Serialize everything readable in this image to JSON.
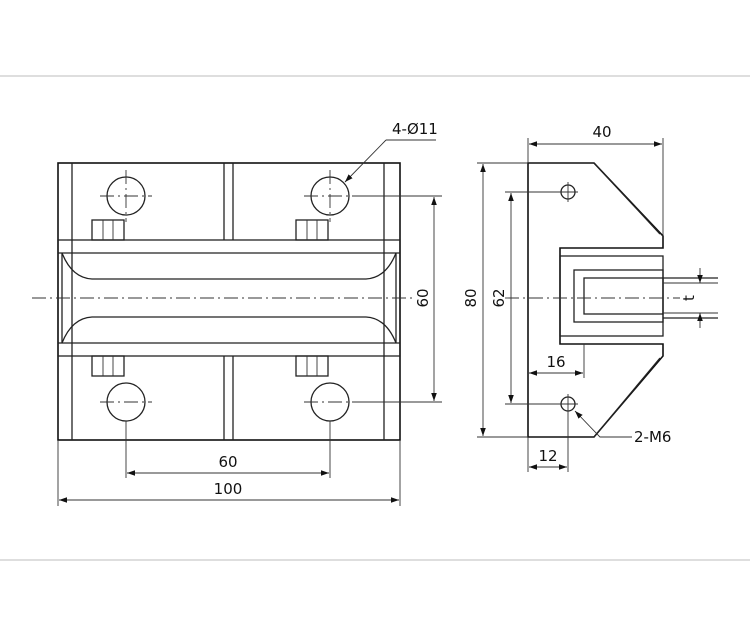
{
  "front_view": {
    "holes_callout": "4-Ø11",
    "dim_hole_spacing_h": "60",
    "dim_width": "100",
    "dim_hole_spacing_v": "60"
  },
  "side_view": {
    "dim_depth": "40",
    "dim_height": "80",
    "dim_tapped_spacing": "62",
    "dim_slot_depth": "16",
    "dim_tapped_offset": "12",
    "slot_thickness_label": "t",
    "tapped_callout": "2-M6"
  }
}
